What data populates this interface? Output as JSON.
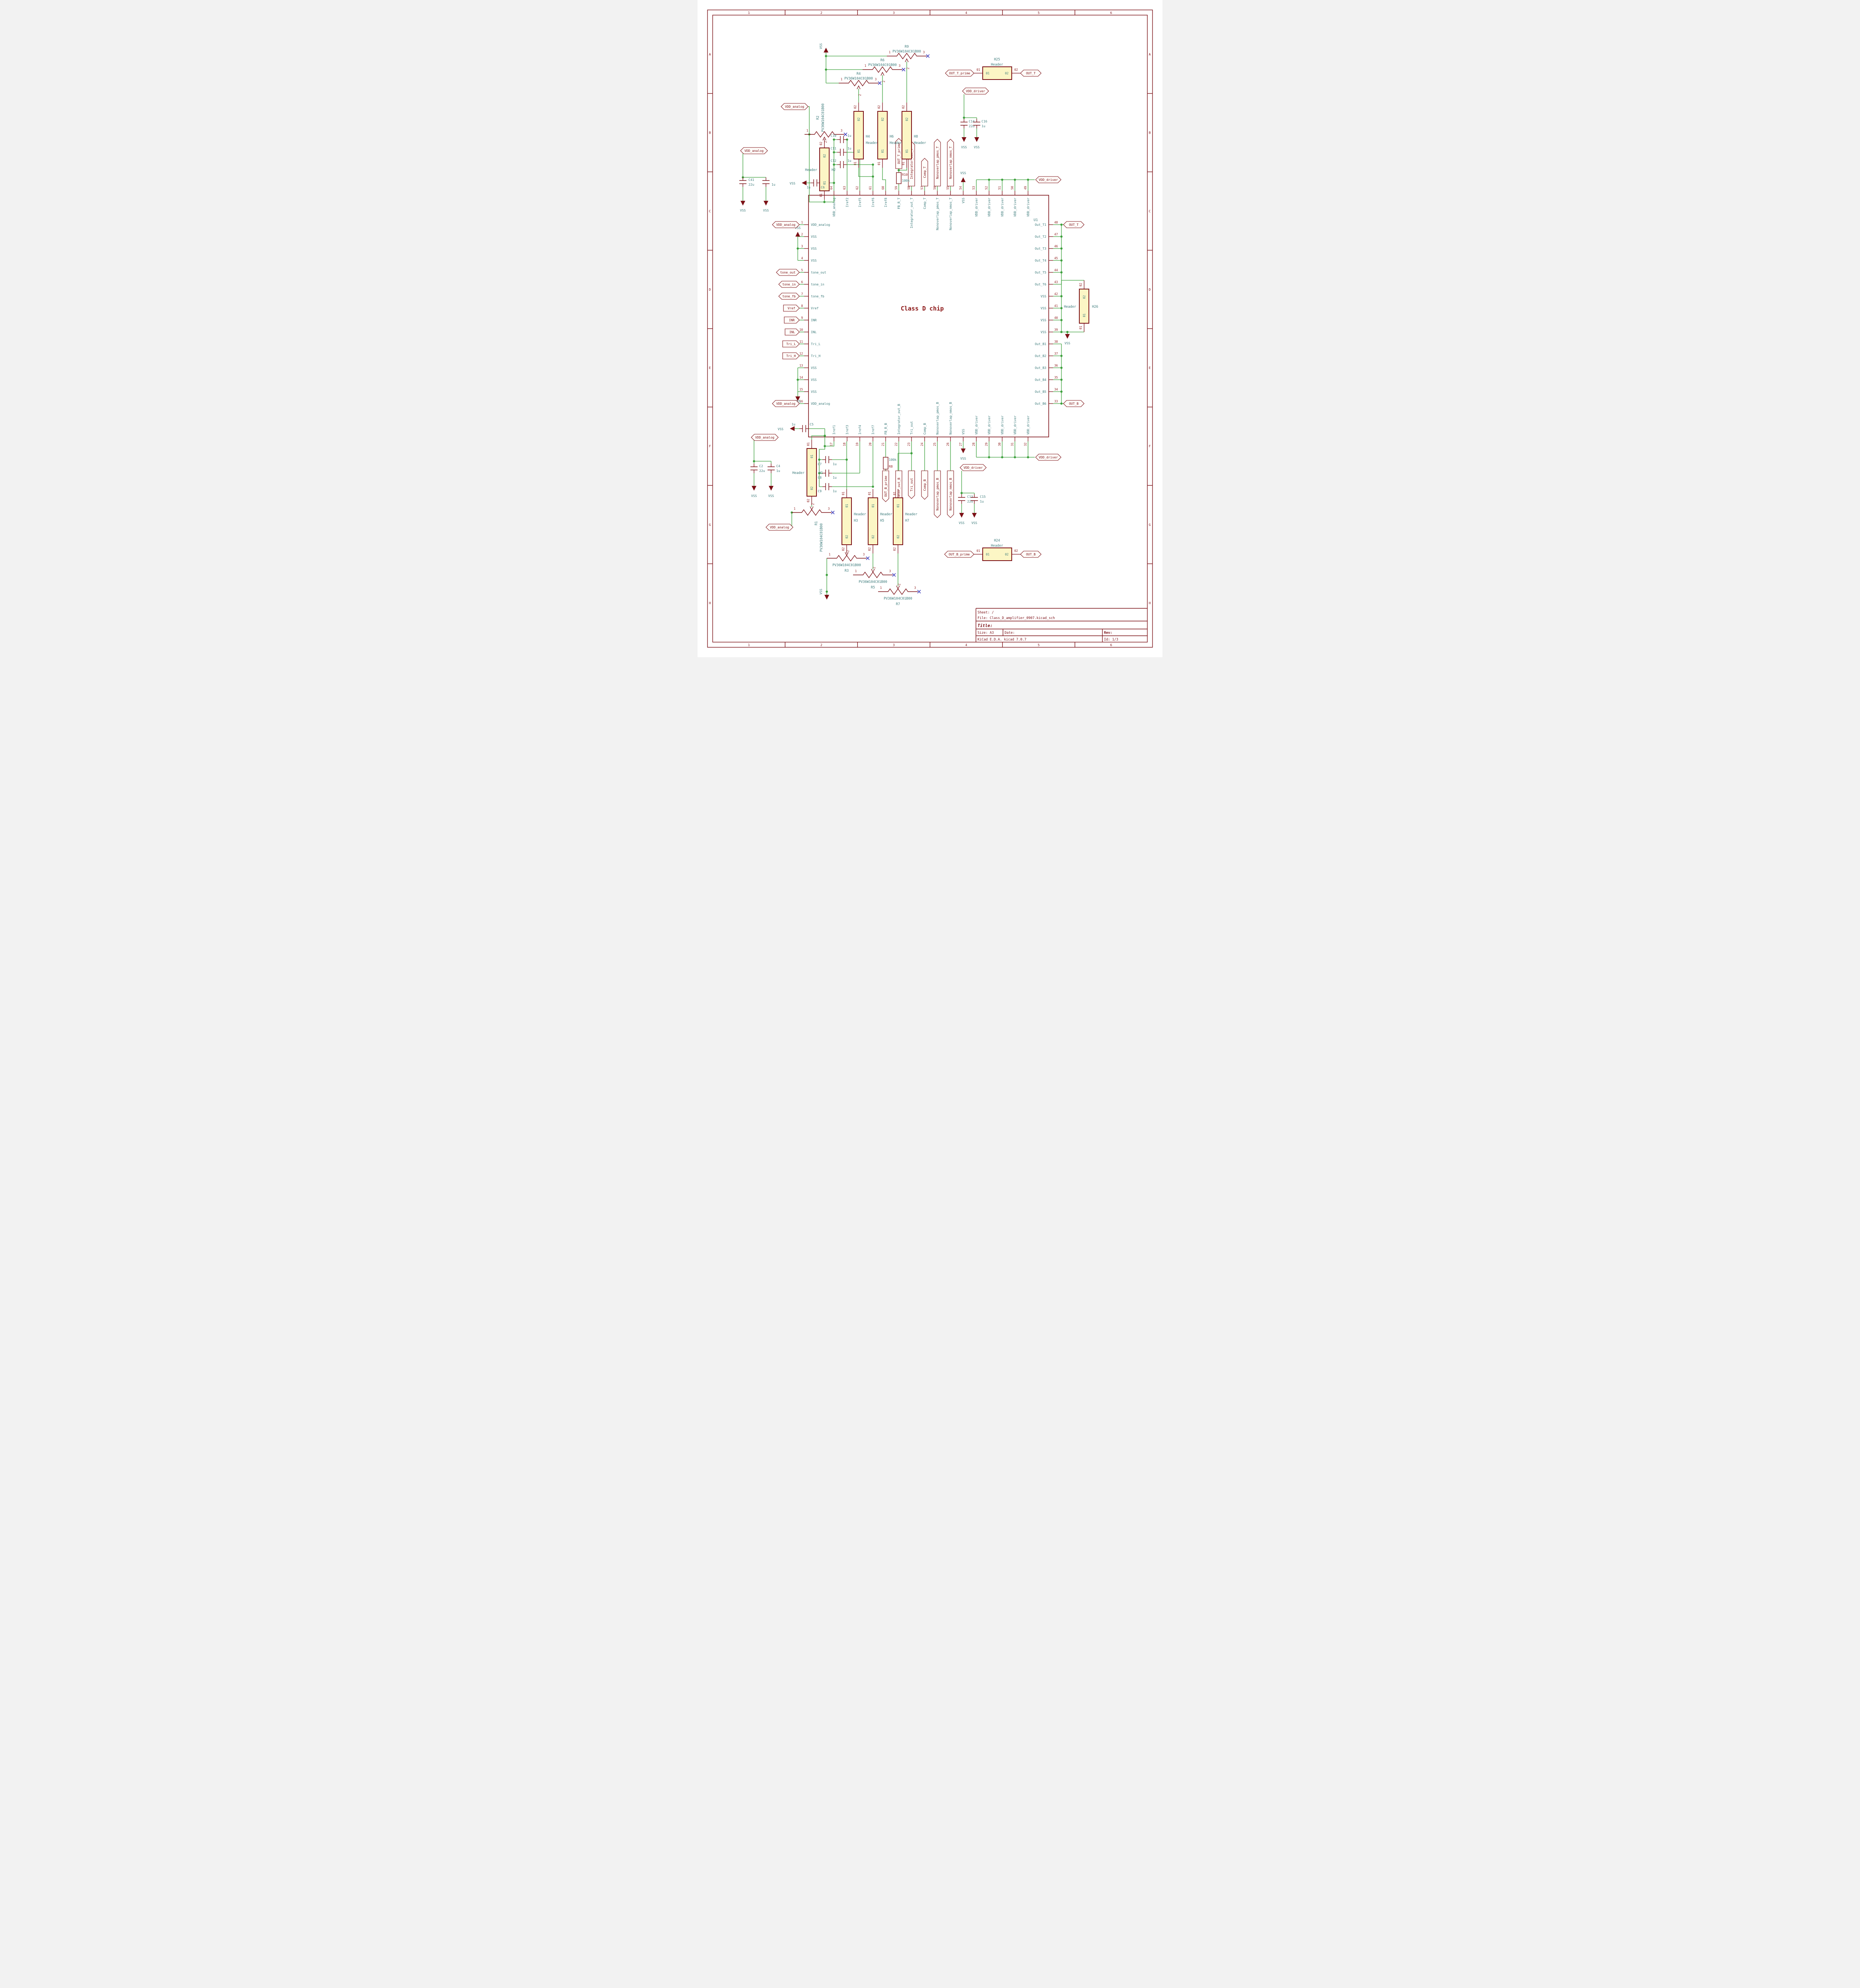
{
  "sheet": {
    "columns": [
      "1",
      "2",
      "3",
      "4",
      "5",
      "6"
    ],
    "rows": [
      "A",
      "B",
      "C",
      "D",
      "E",
      "F",
      "G",
      "H"
    ],
    "title_block": {
      "sheet_label": "Sheet: /",
      "file_label": "File: Class_D_amplifier_0907.kicad_sch",
      "title_label": "Title:",
      "size_label": "Size: A3",
      "date_label": "Date:",
      "rev_label": "Rev:",
      "generator_label": "KiCad E.D.A.  kicad 7.0.7",
      "id_label": "Id: 1/3"
    }
  },
  "chip": {
    "reference": "U1",
    "name": "Class D chip",
    "pins": {
      "left": [
        {
          "num": "1",
          "name": "VDD_analog"
        },
        {
          "num": "2",
          "name": "VSS"
        },
        {
          "num": "3",
          "name": "VSS"
        },
        {
          "num": "4",
          "name": "VSS"
        },
        {
          "num": "5",
          "name": "tone_out"
        },
        {
          "num": "6",
          "name": "tone_in"
        },
        {
          "num": "7",
          "name": "tone_fb"
        },
        {
          "num": "8",
          "name": "Vref"
        },
        {
          "num": "9",
          "name": "INR"
        },
        {
          "num": "10",
          "name": "INL"
        },
        {
          "num": "11",
          "name": "Tri_L"
        },
        {
          "num": "12",
          "name": "Tri_H"
        },
        {
          "num": "13",
          "name": "VSS"
        },
        {
          "num": "14",
          "name": "VSS"
        },
        {
          "num": "15",
          "name": "VSS"
        },
        {
          "num": "16",
          "name": "VDD_analog"
        }
      ],
      "right": [
        {
          "num": "48",
          "name": "Out_T1"
        },
        {
          "num": "47",
          "name": "Out_T2"
        },
        {
          "num": "46",
          "name": "Out_T3"
        },
        {
          "num": "45",
          "name": "Out_T4"
        },
        {
          "num": "44",
          "name": "Out_T5"
        },
        {
          "num": "43",
          "name": "Out_T6"
        },
        {
          "num": "42",
          "name": "VSS"
        },
        {
          "num": "41",
          "name": "VSS"
        },
        {
          "num": "40",
          "name": "VSS"
        },
        {
          "num": "39",
          "name": "VSS"
        },
        {
          "num": "38",
          "name": "Out_B1"
        },
        {
          "num": "37",
          "name": "Out_B2"
        },
        {
          "num": "36",
          "name": "Out_B3"
        },
        {
          "num": "35",
          "name": "Out_B4"
        },
        {
          "num": "34",
          "name": "Out_B5"
        },
        {
          "num": "33",
          "name": "Out_B6"
        }
      ],
      "top": [
        {
          "num": "64",
          "name": "VDD_analog"
        },
        {
          "num": "63",
          "name": "Iref2"
        },
        {
          "num": "62",
          "name": "Iref5"
        },
        {
          "num": "61",
          "name": "Iref6"
        },
        {
          "num": "60",
          "name": "Iref8"
        },
        {
          "num": "59",
          "name": "FB_R_T"
        },
        {
          "num": "58",
          "name": "Integrator_out_T"
        },
        {
          "num": "57",
          "name": "Comp_T"
        },
        {
          "num": "56",
          "name": "Nonoverlap_pmos_T"
        },
        {
          "num": "55",
          "name": "Nonoverlap_nmos_T"
        },
        {
          "num": "54",
          "name": "VSS"
        },
        {
          "num": "53",
          "name": "VDD_driver"
        },
        {
          "num": "52",
          "name": "VDD_driver"
        },
        {
          "num": "51",
          "name": "VDD_driver"
        },
        {
          "num": "50",
          "name": "VDD_driver"
        },
        {
          "num": "49",
          "name": "VDD_driver"
        }
      ],
      "bottom": [
        {
          "num": "17",
          "name": "Iref1"
        },
        {
          "num": "18",
          "name": "Iref3"
        },
        {
          "num": "19",
          "name": "Iref4"
        },
        {
          "num": "20",
          "name": "Iref7"
        },
        {
          "num": "21",
          "name": "FB_R_B"
        },
        {
          "num": "22",
          "name": "Integrator_out_B"
        },
        {
          "num": "23",
          "name": "Tri_out"
        },
        {
          "num": "24",
          "name": "Comp_B"
        },
        {
          "num": "25",
          "name": "Nonoverlap_pmos_B"
        },
        {
          "num": "26",
          "name": "Nonoverlap_nmos_B"
        },
        {
          "num": "27",
          "name": "VSS"
        },
        {
          "num": "28",
          "name": "VDD_driver"
        },
        {
          "num": "29",
          "name": "VDD_driver"
        },
        {
          "num": "30",
          "name": "VDD_driver"
        },
        {
          "num": "31",
          "name": "VDD_driver"
        },
        {
          "num": "32",
          "name": "VDD_driver"
        }
      ]
    }
  },
  "components": {
    "headers": [
      {
        "ref": "H1",
        "value": "Header",
        "pins": [
          "01",
          "02"
        ]
      },
      {
        "ref": "H2",
        "value": "Header",
        "pins": [
          "01",
          "02"
        ]
      },
      {
        "ref": "H3",
        "value": "Header",
        "pins": [
          "01",
          "02"
        ]
      },
      {
        "ref": "H4",
        "value": "Header",
        "pins": [
          "01",
          "02"
        ]
      },
      {
        "ref": "H5",
        "value": "Header",
        "pins": [
          "01",
          "02"
        ]
      },
      {
        "ref": "H6",
        "value": "Header",
        "pins": [
          "01",
          "02"
        ]
      },
      {
        "ref": "H7",
        "value": "Header",
        "pins": [
          "01",
          "02"
        ]
      },
      {
        "ref": "H8",
        "value": "Header",
        "pins": [
          "01",
          "02"
        ]
      },
      {
        "ref": "H24",
        "value": "Header",
        "pins": [
          "01",
          "02"
        ]
      },
      {
        "ref": "H25",
        "value": "Header",
        "pins": [
          "01",
          "02"
        ]
      },
      {
        "ref": "H26",
        "value": "Header",
        "pins": [
          "01",
          "02"
        ]
      }
    ],
    "trimmers": [
      {
        "ref": "R1",
        "value": "PV36W104C01B00",
        "pins": [
          "1",
          "2",
          "3"
        ]
      },
      {
        "ref": "R2",
        "value": "PV36W104C01B00",
        "pins": [
          "1",
          "2",
          "3"
        ]
      },
      {
        "ref": "R3",
        "value": "PV36W104C01B00",
        "pins": [
          "1",
          "2",
          "3"
        ]
      },
      {
        "ref": "R4",
        "value": "PV36W104C01B00",
        "pins": [
          "1",
          "2",
          "3"
        ]
      },
      {
        "ref": "R5",
        "value": "PV36W104C01B00",
        "pins": [
          "1",
          "2",
          "3"
        ]
      },
      {
        "ref": "R6",
        "value": "PV36W104C01B00",
        "pins": [
          "1",
          "2",
          "3"
        ]
      },
      {
        "ref": "R7",
        "value": "PV36W104C01B00",
        "pins": [
          "1",
          "2",
          "3"
        ]
      },
      {
        "ref": "R9",
        "value": "PV36W104C01B00",
        "pins": [
          "1",
          "2",
          "3"
        ]
      }
    ],
    "resistors": [
      {
        "ref": "R8",
        "value": "100k"
      },
      {
        "ref": "R10",
        "value": "100k"
      }
    ],
    "capacitors": [
      {
        "ref": "C2",
        "value": "22u"
      },
      {
        "ref": "C4",
        "value": "1u"
      },
      {
        "ref": "C5",
        "value": "1u"
      },
      {
        "ref": "C6",
        "value": "1u"
      },
      {
        "ref": "C7",
        "value": "1u"
      },
      {
        "ref": "C8",
        "value": "1u"
      },
      {
        "ref": "C9",
        "value": "1u"
      },
      {
        "ref": "C10",
        "value": "1u"
      },
      {
        "ref": "C11",
        "value": "1u"
      },
      {
        "ref": "C12",
        "value": "1u"
      },
      {
        "ref": "C13",
        "value": "22u"
      },
      {
        "ref": "C14",
        "value": "22u"
      },
      {
        "ref": "C15",
        "value": "1u"
      },
      {
        "ref": "C16",
        "value": "1u"
      },
      {
        "ref": "C41",
        "value": "22u"
      },
      {
        "ref": "",
        "value": "1u"
      }
    ]
  },
  "labels": {
    "power_ground": "VSS",
    "hier_horizontal": [
      {
        "text": "VDD_analog"
      },
      {
        "text": "VDD_analog"
      },
      {
        "text": "VDD_analog"
      },
      {
        "text": "VDD_analog"
      },
      {
        "text": "VDD_analog"
      },
      {
        "text": "VDD_analog"
      },
      {
        "text": "tone_out"
      },
      {
        "text": "tone_in"
      },
      {
        "text": "tone_fb"
      },
      {
        "text": "Vref"
      },
      {
        "text": "INR"
      },
      {
        "text": "INL"
      },
      {
        "text": "Tri_L"
      },
      {
        "text": "Tri_H"
      },
      {
        "text": "OUT_T_prime"
      },
      {
        "text": "OUT_T"
      },
      {
        "text": "OUT_T"
      },
      {
        "text": "OUT_B"
      },
      {
        "text": "OUT_B_prime"
      },
      {
        "text": "OUT_B"
      },
      {
        "text": "VDD_driver"
      },
      {
        "text": "VDD_driver"
      },
      {
        "text": "VDD_driver"
      },
      {
        "text": "VDD_driver"
      }
    ],
    "hier_vertical_top": [
      "OUT_T_prime",
      "Integrator_out_T",
      "Comp_T",
      "Nonoverlap_pmos_T",
      "Nonoverlap_nmos_T"
    ],
    "hier_vertical_bottom": [
      "OUT_B_prime",
      "Integrator_out_B",
      "Tri_out",
      "Comp_B",
      "Nonoverlap_pmos_B",
      "Nonoverlap_nmos_B"
    ]
  }
}
